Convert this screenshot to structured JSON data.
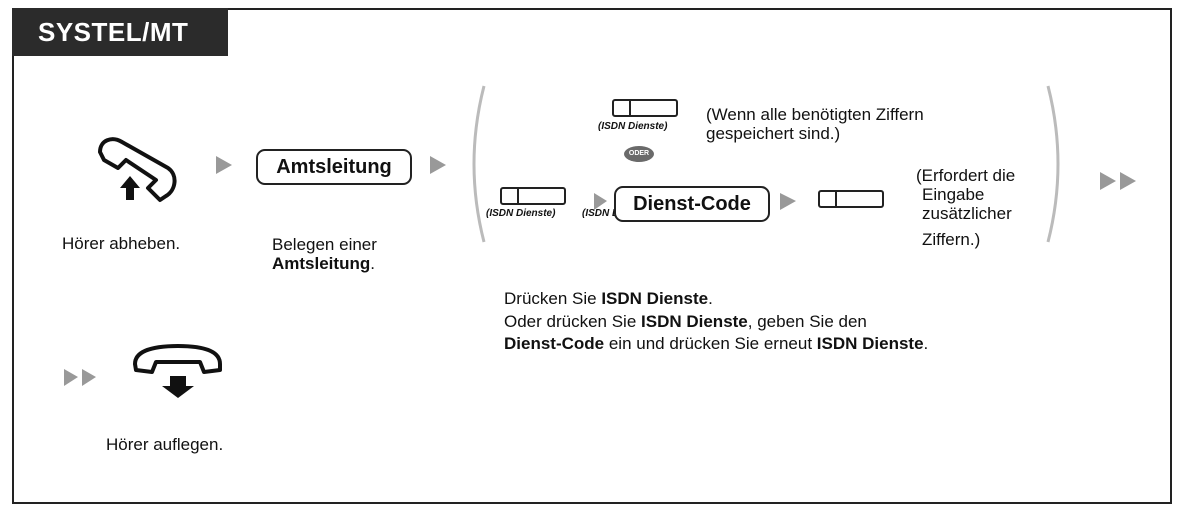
{
  "header": {
    "title": "SYSTEL/MT"
  },
  "steps": {
    "lift": {
      "caption": "Hörer abheben.",
      "icon": "handset-lift-icon"
    },
    "line": {
      "key_label": "Amtsleitung",
      "caption_1": "Belegen einer",
      "caption_2": "Amtsleitung",
      "caption_2_suffix": "."
    },
    "options": {
      "upper_key_label": "(ISDN Dienste)",
      "upper_note_1": "(Wenn alle benötigten Ziffern",
      "upper_note_2": "gespeichert sind.)",
      "or_badge": "ODER",
      "lower_key_label_1": "(ISDN Dienste)",
      "lower_key_label_2": "(ISDN Dienste)",
      "service_code_key": "Dienst-Code",
      "lower_note_1": "(Erfordert die",
      "lower_note_2": "Eingabe",
      "lower_note_3": "zusätzlicher",
      "lower_note_4": "Ziffern.)"
    },
    "hangup": {
      "caption": "Hörer auflegen.",
      "icon": "handset-hangup-icon"
    }
  },
  "instructions": {
    "line1_a": "Drücken Sie ",
    "line1_b": "ISDN Dienste",
    "line1_c": ".",
    "line2_a": "Oder drücken Sie ",
    "line2_b": "ISDN Dienste",
    "line2_c": ", geben Sie den",
    "line3_a": "Dienst-Code",
    "line3_b": " ein und drücken Sie erneut ",
    "line3_c": "ISDN Dienste",
    "line3_d": "."
  },
  "colors": {
    "tab_bg": "#2b2b2b",
    "arrow": "#999999",
    "border": "#222222"
  }
}
